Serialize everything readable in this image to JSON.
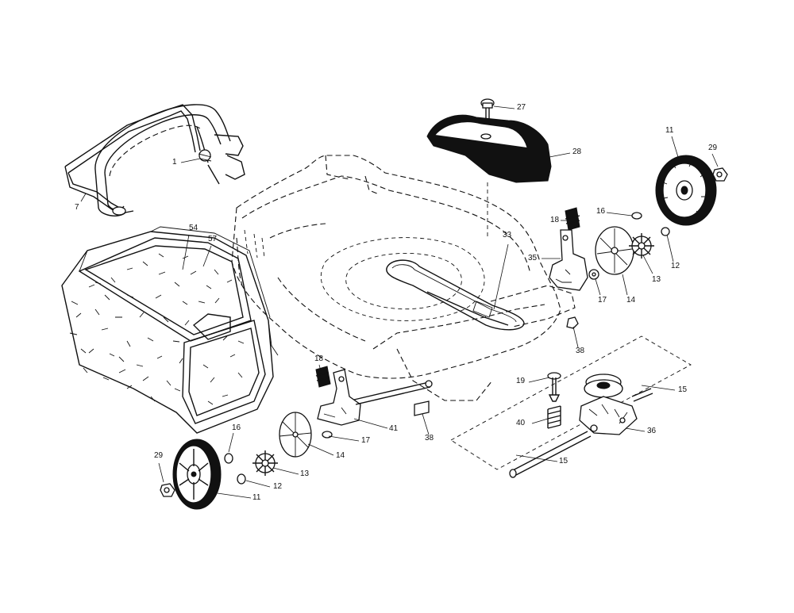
{
  "callouts": [
    {
      "id": "c1",
      "label": "1"
    },
    {
      "id": "c7",
      "label": "7"
    },
    {
      "id": "c27",
      "label": "27"
    },
    {
      "id": "c28",
      "label": "28"
    },
    {
      "id": "c11r",
      "label": "11"
    },
    {
      "id": "c29r",
      "label": "29"
    },
    {
      "id": "c18r",
      "label": "18"
    },
    {
      "id": "c16r",
      "label": "16"
    },
    {
      "id": "c33",
      "label": "33"
    },
    {
      "id": "c35",
      "label": "35"
    },
    {
      "id": "c12r",
      "label": "12"
    },
    {
      "id": "c13r",
      "label": "13"
    },
    {
      "id": "c17r",
      "label": "17"
    },
    {
      "id": "c14r",
      "label": "14"
    },
    {
      "id": "c38r",
      "label": "38"
    },
    {
      "id": "c54",
      "label": "54"
    },
    {
      "id": "c57",
      "label": "57"
    },
    {
      "id": "c19",
      "label": "19"
    },
    {
      "id": "c15a",
      "label": "15"
    },
    {
      "id": "c40",
      "label": "40"
    },
    {
      "id": "c36",
      "label": "36"
    },
    {
      "id": "c15b",
      "label": "15"
    },
    {
      "id": "c18l",
      "label": "18"
    },
    {
      "id": "c41",
      "label": "41"
    },
    {
      "id": "c17l",
      "label": "17"
    },
    {
      "id": "c38l",
      "label": "38"
    },
    {
      "id": "c16l",
      "label": "16"
    },
    {
      "id": "c29l",
      "label": "29"
    },
    {
      "id": "c14l",
      "label": "14"
    },
    {
      "id": "c13l",
      "label": "13"
    },
    {
      "id": "c12l",
      "label": "12"
    },
    {
      "id": "c11l",
      "label": "11"
    }
  ]
}
